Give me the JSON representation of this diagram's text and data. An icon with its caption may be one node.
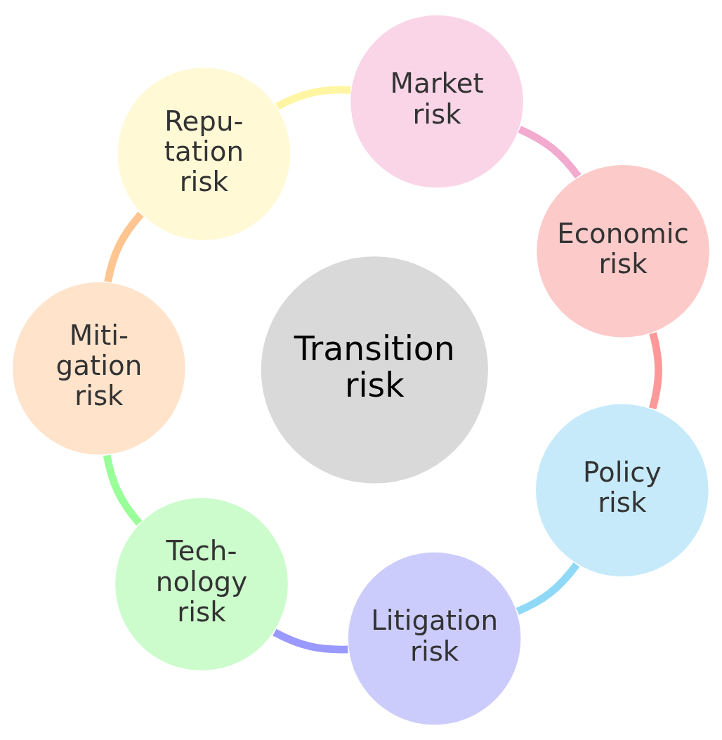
{
  "diagram": {
    "nodes": [
      {
        "text": [
          "Transition risk"
        ]
      },
      {
        "text": [
          "Policy risk"
        ]
      },
      {
        "text": [
          "Economic risk"
        ]
      },
      {
        "text": [
          "Market risk"
        ]
      },
      {
        "text": [
          "Repu- tation risk"
        ]
      },
      {
        "text": [
          "Miti- gation risk"
        ]
      },
      {
        "text": [
          "Tech- nology risk"
        ]
      },
      {
        "text": [
          "Litigation risk"
        ]
      }
    ],
    "edges": [
      {
        "from": 1,
        "to": 2,
        "arrow": "none",
        "color": "#ff9999"
      },
      {
        "from": 2,
        "to": 3,
        "arrow": "none",
        "color": "#f2aacf"
      },
      {
        "from": 3,
        "to": 4,
        "arrow": "none",
        "color": "#fff5a3"
      },
      {
        "from": 4,
        "to": 5,
        "arrow": "none",
        "color": "#ffc591"
      },
      {
        "from": 5,
        "to": 6,
        "arrow": "none",
        "color": "#99ff99"
      },
      {
        "from": 6,
        "to": 7,
        "arrow": "none",
        "color": "#9999ff"
      },
      {
        "from": 7,
        "to": 1,
        "arrow": "none",
        "color": "#8fd9f7"
      }
    ]
  }
}
